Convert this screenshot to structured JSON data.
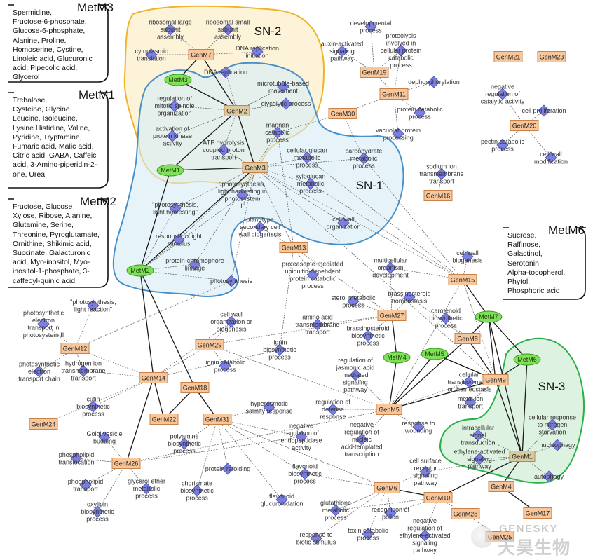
{
  "subnetworks": [
    {
      "id": "SN-1",
      "label": "SN-1",
      "fill": "#d6ecf6",
      "stroke": "#4a90c8"
    },
    {
      "id": "SN-2",
      "label": "SN-2",
      "fill": "#fbf1d2",
      "stroke": "#f0b428"
    },
    {
      "id": "SN-3",
      "label": "SN-3",
      "fill": "#d5efd9",
      "stroke": "#2ab04a"
    }
  ],
  "colors": {
    "gene_fill": "#f7c79b",
    "gene_stroke": "#c8824a",
    "metabolite_fill": "#7fe05a",
    "metabolite_stroke": "#3a9a1a",
    "term_fill": "#7b7fe0",
    "term_stroke": "#4a4fb0",
    "edge": "#555555"
  },
  "metabolite_boxes": [
    {
      "id": "MetM3",
      "title": "MetM3",
      "text": "Spermidine,\nFructose-6-phosphate,\nGlucose-6-phosphate,\nAlanine, Proline,\nHomoserine, Cystine,\nLinoleic acid, Glucuronic\nacid, Pipecolic acid,\nGlycerol"
    },
    {
      "id": "MetM1",
      "title": "MetM1",
      "text": "Trehalose,\nCysteine, Glycine,\nLeucine, Isoleucine,\nLysine Histidine, Valine,\nPyridine, Tryptamine,\nFumaric acid, Malic acid,\nCitric acid, GABA, Caffeic\nacid, 3-Amino-piperidin-2-\none, Urea"
    },
    {
      "id": "MetM2",
      "title": "MetM2",
      "text": "Fructose, Glucose\nXylose, Ribose, Alanine,\nGlutamine, Serine,\nThreonine, Pyroglutamate,\nOrnithine, Shikimic acid,\nSuccinate, Galacturonic\nacid, Myo-inositol, Myo-\ninositol-1-phosphate, 3-\ncaffeoyl-quinic acid"
    },
    {
      "id": "MetM6",
      "title": "MetM6",
      "text": "Sucrose,\nRaffinose,\nGalactinol,\nSerotonin\nAlpha-tocopherol,\nPhytol,\nPhosphoric acid"
    }
  ],
  "genes": [
    {
      "id": "GenM7",
      "label": "GenM7"
    },
    {
      "id": "GenM2",
      "label": "GenM2"
    },
    {
      "id": "GenM3",
      "label": "GenM3"
    },
    {
      "id": "GenM30",
      "label": "GenM30"
    },
    {
      "id": "GenM19",
      "label": "GenM19"
    },
    {
      "id": "GenM11",
      "label": "GenM11"
    },
    {
      "id": "GenM21",
      "label": "GenM21"
    },
    {
      "id": "GenM23",
      "label": "GenM23"
    },
    {
      "id": "GenM20",
      "label": "GenM20"
    },
    {
      "id": "GenM16",
      "label": "GenM16"
    },
    {
      "id": "GenM13",
      "label": "GenM13"
    },
    {
      "id": "GenM15",
      "label": "GenM15"
    },
    {
      "id": "GenM27",
      "label": "GenM27"
    },
    {
      "id": "GenM8",
      "label": "GenM8"
    },
    {
      "id": "GenM9",
      "label": "GenM9"
    },
    {
      "id": "GenM12",
      "label": "GenM12"
    },
    {
      "id": "GenM29",
      "label": "GenM29"
    },
    {
      "id": "GenM14",
      "label": "GenM14"
    },
    {
      "id": "GenM18",
      "label": "GenM18"
    },
    {
      "id": "GenM24",
      "label": "GenM24"
    },
    {
      "id": "GenM22",
      "label": "GenM22"
    },
    {
      "id": "GenM31",
      "label": "GenM31"
    },
    {
      "id": "GenM5",
      "label": "GenM5"
    },
    {
      "id": "GenM26",
      "label": "GenM26"
    },
    {
      "id": "GenM6",
      "label": "GenM6"
    },
    {
      "id": "GenM10",
      "label": "GenM10"
    },
    {
      "id": "GenM1",
      "label": "GenM1"
    },
    {
      "id": "GenM4",
      "label": "GenM4"
    },
    {
      "id": "GenM28",
      "label": "GenM28"
    },
    {
      "id": "GenM17",
      "label": "GenM17"
    },
    {
      "id": "GenM25",
      "label": "GenM25"
    }
  ],
  "metabolites": [
    {
      "id": "MetM3",
      "label": "MetM3"
    },
    {
      "id": "MetM1",
      "label": "MetM1"
    },
    {
      "id": "MetM2",
      "label": "MetM2"
    },
    {
      "id": "MetM7",
      "label": "MetM7"
    },
    {
      "id": "MetM4",
      "label": "MetM4"
    },
    {
      "id": "MetM5",
      "label": "MetM5"
    },
    {
      "id": "MetM6",
      "label": "MetM6"
    }
  ],
  "terms": [
    {
      "id": "t1",
      "text": "ribosomal large\nsubunit\nassembly"
    },
    {
      "id": "t2",
      "text": "ribosomal small\nsubunit\nassembly"
    },
    {
      "id": "t3",
      "text": "cytoplasmic\ntranslation"
    },
    {
      "id": "t4",
      "text": "DNA replication\ninitiation"
    },
    {
      "id": "t5",
      "text": "DNA replication"
    },
    {
      "id": "t6",
      "text": "microtubule-based\nmovement"
    },
    {
      "id": "t7",
      "text": "regulation of\nmitotic spindle\norganization"
    },
    {
      "id": "t8",
      "text": "glycolytic process"
    },
    {
      "id": "t9",
      "text": "activation of\nprotein kinase\nactivity"
    },
    {
      "id": "t10",
      "text": "ATP hydrolysis\ncoupled proton\ntransport"
    },
    {
      "id": "t11",
      "text": "developmental\nprocess"
    },
    {
      "id": "t12",
      "text": "proteolysis\ninvolved in\ncellular protein\ncatabolic\nprocess"
    },
    {
      "id": "t13",
      "text": "auxin-activated\nsignaling\npathway"
    },
    {
      "id": "t14",
      "text": "dephosphorylation"
    },
    {
      "id": "t15",
      "text": "negative\nregulation of\ncatalytic activity"
    },
    {
      "id": "t16",
      "text": "protein catabolic\nprocess"
    },
    {
      "id": "t17",
      "text": "cell proliferation"
    },
    {
      "id": "t18",
      "text": "mannan\ncatabolic\nprocess"
    },
    {
      "id": "t19",
      "text": "vacuolar protein\nprocessing"
    },
    {
      "id": "t20",
      "text": "pectin catabolic\nprocess"
    },
    {
      "id": "t21",
      "text": "cell wall\nmodification"
    },
    {
      "id": "t22",
      "text": "cellular glucan\nmetabolic\nprocess"
    },
    {
      "id": "t23",
      "text": "carbohydrate\nmetabolic\nprocess"
    },
    {
      "id": "t24",
      "text": "xyloglucan\nmetabolic\nprocess"
    },
    {
      "id": "t25",
      "text": "sodium ion\ntransmembrane\ntransport"
    },
    {
      "id": "t26",
      "text": "\"photosynthesis,\nlight harvesting in\nphotosystem\nI\""
    },
    {
      "id": "t27",
      "text": "\"photosynthesis,\nlight harvesting\""
    },
    {
      "id": "t28",
      "text": "plant-type\nsecondary cell\nwall biogenesis"
    },
    {
      "id": "t29",
      "text": "cell wall\norganization"
    },
    {
      "id": "t30",
      "text": "response to light\nstimulus"
    },
    {
      "id": "t31",
      "text": "protein-chromophore\nlinkage"
    },
    {
      "id": "t32",
      "text": "cell wall\nbiogenesis"
    },
    {
      "id": "t33",
      "text": "multicellular\norganism\ndevelopment"
    },
    {
      "id": "t34",
      "text": "proteasome-mediated\nubiquitin-dependent\nprotein catabolic\nprocess"
    },
    {
      "id": "t35",
      "text": "photosynthesis"
    },
    {
      "id": "t36",
      "text": "brassinosteroid\nhomeostasis"
    },
    {
      "id": "t37",
      "text": "sterol metabolic\nprocess"
    },
    {
      "id": "t38",
      "text": "\"photosynthesis,\nlight reaction\""
    },
    {
      "id": "t39",
      "text": "photosynthetic\nelectron\ntransport in\nphotosystem II"
    },
    {
      "id": "t40",
      "text": "cell wall\norganization or\nbiogenesis"
    },
    {
      "id": "t41",
      "text": "amino acid\ntransmembrane\ntransport"
    },
    {
      "id": "t42",
      "text": "carotenoid\nbiosynthetic\nprocess"
    },
    {
      "id": "t43",
      "text": "brassinosteroid\nbiosynthetic\nprocess"
    },
    {
      "id": "t44",
      "text": "lignin catabolic\nprocess"
    },
    {
      "id": "t45",
      "text": "lignin\nbiosynthetic\nprocess"
    },
    {
      "id": "t46",
      "text": "photosynthetic\nelectron\ntransport chain"
    },
    {
      "id": "t47",
      "text": "hydrogen ion\ntransmembrane\ntransport"
    },
    {
      "id": "t48",
      "text": "regulation of\njasmonic acid\nmediated\nsignaling\npathway"
    },
    {
      "id": "t49",
      "text": "cellular\ntransition metal\nion homeostasis"
    },
    {
      "id": "t50",
      "text": "cutin\nbiosynthetic\nprocess"
    },
    {
      "id": "t51",
      "text": "hyperosmotic\nsalinity response"
    },
    {
      "id": "t52",
      "text": "regulation of\ndefense\nresponse"
    },
    {
      "id": "t53",
      "text": "metal ion\ntransport"
    },
    {
      "id": "t54",
      "text": "cellular response\nto nitrogen\nstarvation"
    },
    {
      "id": "t55",
      "text": "negative\nregulation of\nendopeptidase\nactivity"
    },
    {
      "id": "t56",
      "text": "negative\nregulation of\nnucleic\nacid-templated\ntranscription"
    },
    {
      "id": "t57",
      "text": "response to\nwounding"
    },
    {
      "id": "t58",
      "text": "intracellular\nsignal\ntransduction"
    },
    {
      "id": "t59",
      "text": "Golgi vesicle\nbudding"
    },
    {
      "id": "t60",
      "text": "polyamine\nbiosynthetic\nprocess"
    },
    {
      "id": "t61",
      "text": "nucleophagy"
    },
    {
      "id": "t62",
      "text": "phospholipid\ntranslocation"
    },
    {
      "id": "t63",
      "text": "ethylene-activated\nsignaling\npathway"
    },
    {
      "id": "t64",
      "text": "cell surface\nreceptor\nsignaling\npathway"
    },
    {
      "id": "t65",
      "text": "protein refolding"
    },
    {
      "id": "t66",
      "text": "flavonoid\nbiosynthetic\nprocess"
    },
    {
      "id": "t67",
      "text": "autophagy"
    },
    {
      "id": "t68",
      "text": "phospholipid\ntransport"
    },
    {
      "id": "t69",
      "text": "glycerol ether\nmetabolic\nprocess"
    },
    {
      "id": "t70",
      "text": "chorismate\nbiosynthetic\nprocess"
    },
    {
      "id": "t71",
      "text": "oxylipin\nbiosynthetic\nprocess"
    },
    {
      "id": "t72",
      "text": "flavonoid\nglucuronidation"
    },
    {
      "id": "t73",
      "text": "glutathione\nmetabolic\nprocess"
    },
    {
      "id": "t74",
      "text": "recognition of\npollen"
    },
    {
      "id": "t75",
      "text": "negative\nregulation of\nethylene-activated\nsignaling\npathway"
    },
    {
      "id": "t76",
      "text": "response to\nbiotic stimulus"
    },
    {
      "id": "t77",
      "text": "toxin catabolic\nprocess"
    }
  ],
  "watermark": {
    "brand": "GENESKY",
    "cn": "天昊生物"
  }
}
